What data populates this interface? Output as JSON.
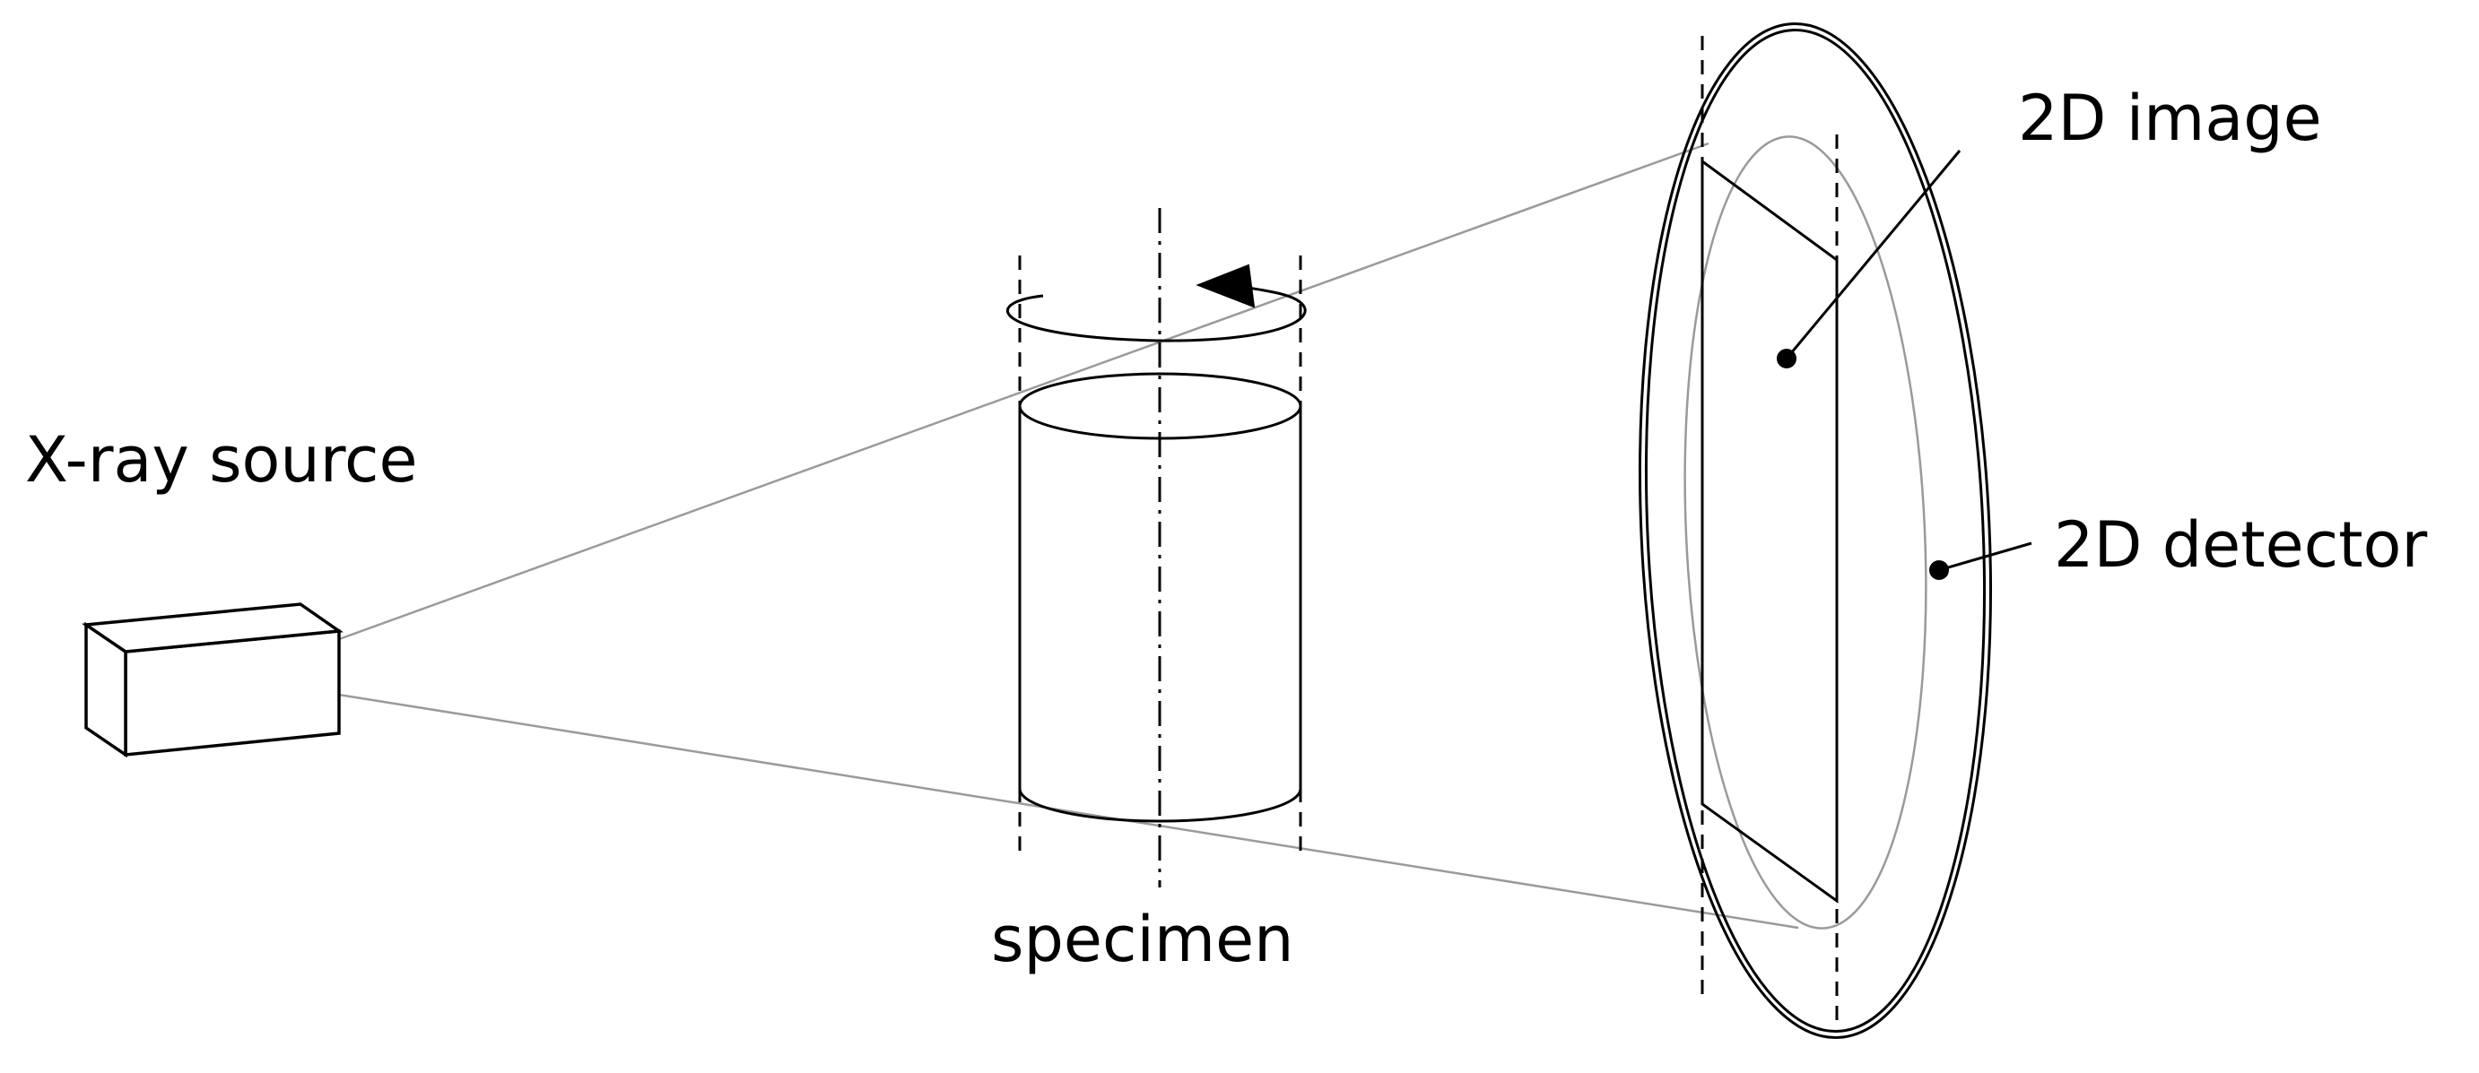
{
  "labels": {
    "xray_source": "X-ray source",
    "specimen": "specimen",
    "image_2d": "2D image",
    "detector_2d": "2D detector"
  },
  "colors": {
    "line": "#000000",
    "ray": "#9a9a9a",
    "inner_ellipse": "#9a9a9a",
    "background": "#ffffff"
  }
}
